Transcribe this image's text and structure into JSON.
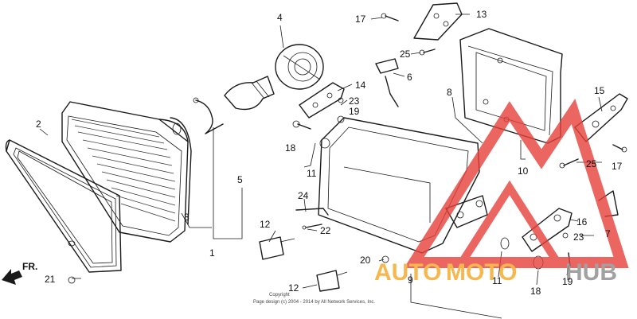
{
  "labels": {
    "l1": "1",
    "l2": "2",
    "l3": "3",
    "l4": "4",
    "l5": "5",
    "l6": "6",
    "l7": "7",
    "l8": "8",
    "l9": "9",
    "l10": "10",
    "l11a": "11",
    "l11b": "11",
    "l12a": "12",
    "l12b": "12",
    "l13": "13",
    "l14": "14",
    "l15": "15",
    "l16": "16",
    "l17a": "17",
    "l17b": "17",
    "l18a": "18",
    "l18b": "18",
    "l19a": "19",
    "l19b": "19",
    "l20": "20",
    "l21": "21",
    "l22": "22",
    "l23a": "23",
    "l23b": "23",
    "l24": "24",
    "l25a": "25",
    "l25b": "25"
  },
  "direction": "FR.",
  "watermark": {
    "auto": "AUTO",
    "moto": "MOTO",
    "hub": "HUB",
    "color_red": "#e8403a",
    "color_orange": "#f5a623",
    "color_gray": "#8a8a8a"
  },
  "copyright_line1": "Copyright",
  "copyright_line2": "Page design (c) 2004 - 2014 by All Network Services, Inc."
}
